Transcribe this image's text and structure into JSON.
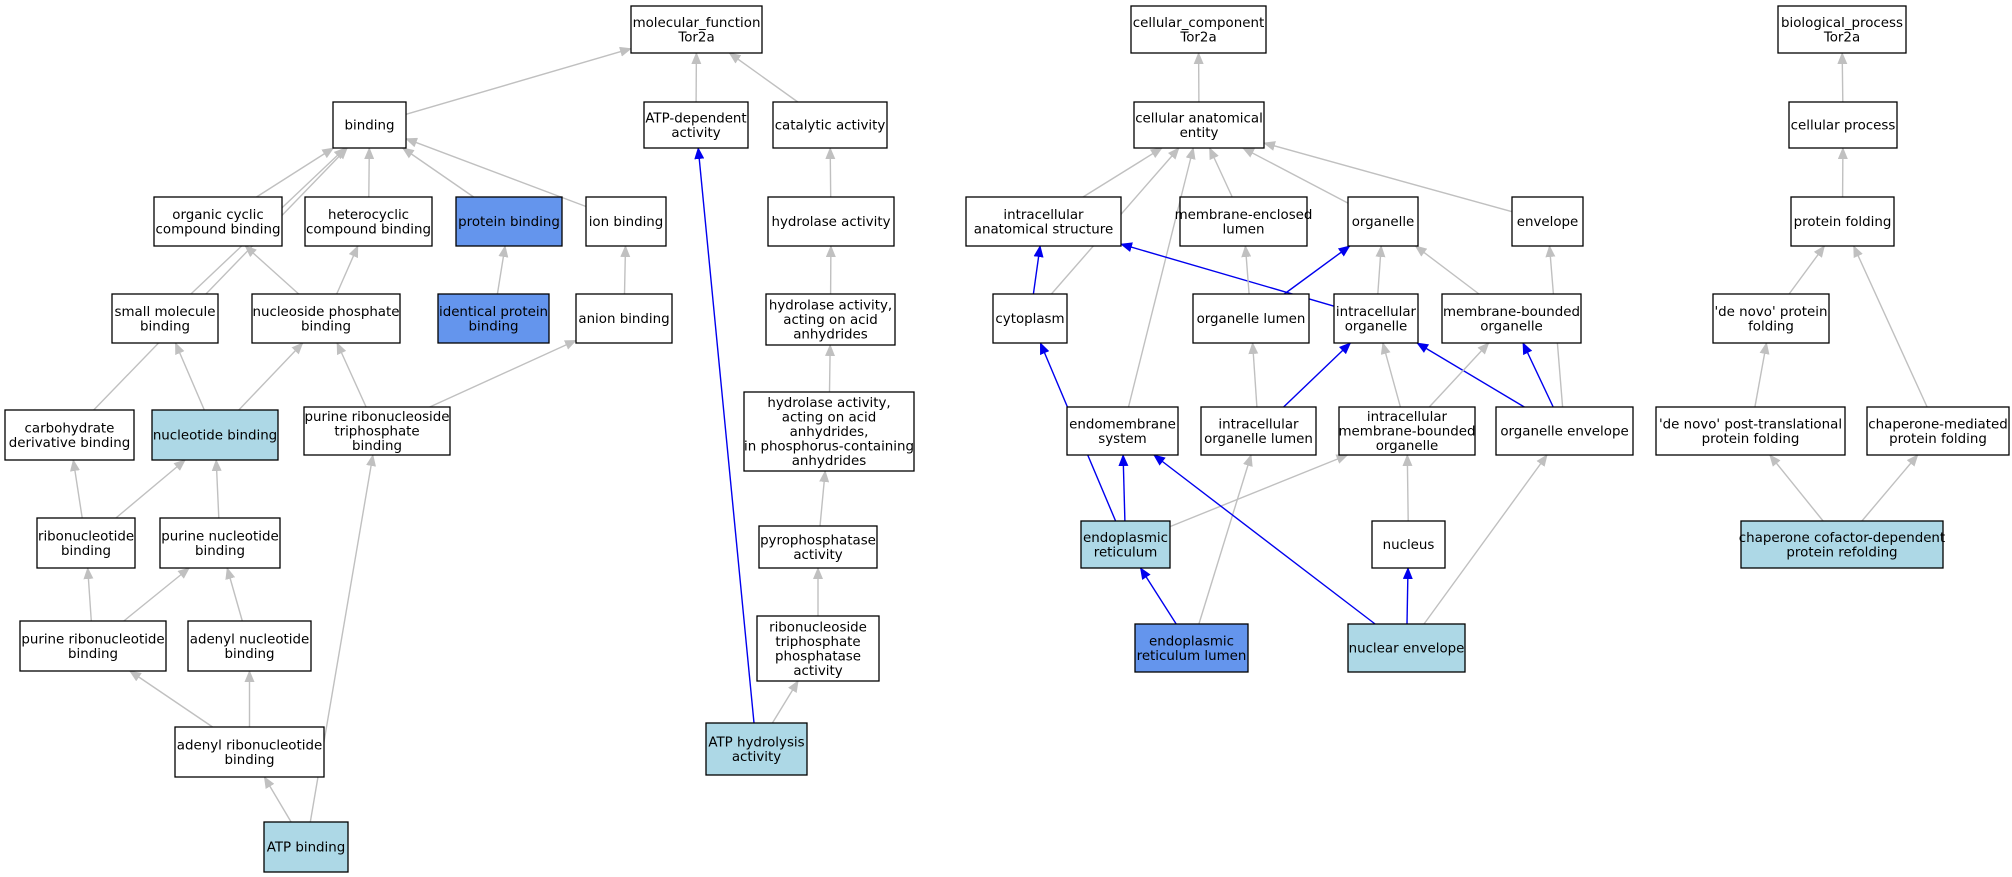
{
  "colors": {
    "plain": "#ffffff",
    "light_blue": "#add8e6",
    "cornflower": "#6495ed",
    "grey_edge": "#c0c0c0",
    "blue_edge": "#0000ee"
  },
  "nodes": [
    {
      "id": "mf_root",
      "lines": [
        "molecular_function",
        "Tor2a"
      ],
      "fill": "plain"
    },
    {
      "id": "binding",
      "lines": [
        "binding"
      ],
      "fill": "plain"
    },
    {
      "id": "atp_dep",
      "lines": [
        "ATP-dependent",
        "activity"
      ],
      "fill": "plain"
    },
    {
      "id": "catalytic",
      "lines": [
        "catalytic activity"
      ],
      "fill": "plain"
    },
    {
      "id": "org_cyclic",
      "lines": [
        "organic cyclic",
        "compound binding"
      ],
      "fill": "plain"
    },
    {
      "id": "heterocyclic",
      "lines": [
        "heterocyclic",
        "compound binding"
      ],
      "fill": "plain"
    },
    {
      "id": "protein_binding",
      "lines": [
        "protein binding"
      ],
      "fill": "cornflower"
    },
    {
      "id": "ion_binding",
      "lines": [
        "ion binding"
      ],
      "fill": "plain"
    },
    {
      "id": "hydrolase",
      "lines": [
        "hydrolase activity"
      ],
      "fill": "plain"
    },
    {
      "id": "small_mol",
      "lines": [
        "small molecule",
        "binding"
      ],
      "fill": "plain"
    },
    {
      "id": "nuc_phos",
      "lines": [
        "nucleoside phosphate",
        "binding"
      ],
      "fill": "plain"
    },
    {
      "id": "identical_protein",
      "lines": [
        "identical protein",
        "binding"
      ],
      "fill": "cornflower"
    },
    {
      "id": "anion",
      "lines": [
        "anion binding"
      ],
      "fill": "plain"
    },
    {
      "id": "hydrolase_acid",
      "lines": [
        "hydrolase activity,",
        "acting on acid",
        "anhydrides"
      ],
      "fill": "plain"
    },
    {
      "id": "carb_deriv",
      "lines": [
        "carbohydrate",
        "derivative binding"
      ],
      "fill": "plain"
    },
    {
      "id": "nucleotide_binding",
      "lines": [
        "nucleotide binding"
      ],
      "fill": "light_blue"
    },
    {
      "id": "purine_ribo_tri",
      "lines": [
        "purine ribonucleoside",
        "triphosphate",
        "binding"
      ],
      "fill": "plain"
    },
    {
      "id": "hydrolase_phos",
      "lines": [
        "hydrolase activity,",
        "acting on acid",
        "anhydrides,",
        "in phosphorus-containing",
        "anhydrides"
      ],
      "fill": "plain"
    },
    {
      "id": "ribonucleotide",
      "lines": [
        "ribonucleotide",
        "binding"
      ],
      "fill": "plain"
    },
    {
      "id": "purine_nuc",
      "lines": [
        "purine nucleotide",
        "binding"
      ],
      "fill": "plain"
    },
    {
      "id": "pyrophosphatase",
      "lines": [
        "pyrophosphatase",
        "activity"
      ],
      "fill": "plain"
    },
    {
      "id": "purine_ribonuc",
      "lines": [
        "purine ribonucleotide",
        "binding"
      ],
      "fill": "plain"
    },
    {
      "id": "adenyl_nuc",
      "lines": [
        "adenyl nucleotide",
        "binding"
      ],
      "fill": "plain"
    },
    {
      "id": "ribo_tri_phos",
      "lines": [
        "ribonucleoside",
        "triphosphate",
        "phosphatase",
        "activity"
      ],
      "fill": "plain"
    },
    {
      "id": "adenyl_ribonuc",
      "lines": [
        "adenyl ribonucleotide",
        "binding"
      ],
      "fill": "plain"
    },
    {
      "id": "atp_hydrolysis",
      "lines": [
        "ATP hydrolysis",
        "activity"
      ],
      "fill": "light_blue"
    },
    {
      "id": "atp_binding",
      "lines": [
        "ATP binding"
      ],
      "fill": "light_blue"
    },
    {
      "id": "cc_root",
      "lines": [
        "cellular_component",
        "Tor2a"
      ],
      "fill": "plain"
    },
    {
      "id": "cae",
      "lines": [
        "cellular anatomical",
        "entity"
      ],
      "fill": "plain"
    },
    {
      "id": "ias",
      "lines": [
        "intracellular",
        "anatomical structure"
      ],
      "fill": "plain"
    },
    {
      "id": "mel",
      "lines": [
        "membrane-enclosed",
        "lumen"
      ],
      "fill": "plain"
    },
    {
      "id": "organelle",
      "lines": [
        "organelle"
      ],
      "fill": "plain"
    },
    {
      "id": "envelope",
      "lines": [
        "envelope"
      ],
      "fill": "plain"
    },
    {
      "id": "cytoplasm",
      "lines": [
        "cytoplasm"
      ],
      "fill": "plain"
    },
    {
      "id": "org_lumen",
      "lines": [
        "organelle lumen"
      ],
      "fill": "plain"
    },
    {
      "id": "intra_org",
      "lines": [
        "intracellular",
        "organelle"
      ],
      "fill": "plain"
    },
    {
      "id": "mbo",
      "lines": [
        "membrane-bounded",
        "organelle"
      ],
      "fill": "plain"
    },
    {
      "id": "endomembrane",
      "lines": [
        "endomembrane",
        "system"
      ],
      "fill": "plain"
    },
    {
      "id": "intra_org_lumen",
      "lines": [
        "intracellular",
        "organelle lumen"
      ],
      "fill": "plain"
    },
    {
      "id": "imbo",
      "lines": [
        "intracellular",
        "membrane-bounded",
        "organelle"
      ],
      "fill": "plain"
    },
    {
      "id": "org_env",
      "lines": [
        "organelle envelope"
      ],
      "fill": "plain"
    },
    {
      "id": "er",
      "lines": [
        "endoplasmic",
        "reticulum"
      ],
      "fill": "light_blue"
    },
    {
      "id": "nucleus",
      "lines": [
        "nucleus"
      ],
      "fill": "plain"
    },
    {
      "id": "er_lumen",
      "lines": [
        "endoplasmic",
        "reticulum lumen"
      ],
      "fill": "cornflower"
    },
    {
      "id": "nuc_env",
      "lines": [
        "nuclear envelope"
      ],
      "fill": "light_blue"
    },
    {
      "id": "bp_root",
      "lines": [
        "biological_process",
        "Tor2a"
      ],
      "fill": "plain"
    },
    {
      "id": "cell_proc",
      "lines": [
        "cellular process"
      ],
      "fill": "plain"
    },
    {
      "id": "prot_fold",
      "lines": [
        "protein folding"
      ],
      "fill": "plain"
    },
    {
      "id": "denovo_fold",
      "lines": [
        "'de novo' protein",
        "folding"
      ],
      "fill": "plain"
    },
    {
      "id": "denovo_post",
      "lines": [
        "'de novo' post-translational",
        "protein folding"
      ],
      "fill": "plain"
    },
    {
      "id": "chap_med",
      "lines": [
        "chaperone-mediated",
        "protein folding"
      ],
      "fill": "plain"
    },
    {
      "id": "chap_cof",
      "lines": [
        "chaperone cofactor-dependent",
        "protein refolding"
      ],
      "fill": "light_blue"
    }
  ],
  "edges": [
    {
      "from": "binding",
      "to": "mf_root",
      "color": "grey"
    },
    {
      "from": "atp_dep",
      "to": "mf_root",
      "color": "grey"
    },
    {
      "from": "catalytic",
      "to": "mf_root",
      "color": "grey"
    },
    {
      "from": "org_cyclic",
      "to": "binding",
      "color": "grey"
    },
    {
      "from": "heterocyclic",
      "to": "binding",
      "color": "grey"
    },
    {
      "from": "protein_binding",
      "to": "binding",
      "color": "grey"
    },
    {
      "from": "ion_binding",
      "to": "binding",
      "color": "grey"
    },
    {
      "from": "small_mol",
      "to": "binding",
      "color": "grey"
    },
    {
      "from": "carb_deriv",
      "to": "binding",
      "color": "grey"
    },
    {
      "from": "hydrolase",
      "to": "catalytic",
      "color": "grey"
    },
    {
      "from": "nuc_phos",
      "to": "org_cyclic",
      "color": "grey"
    },
    {
      "from": "nuc_phos",
      "to": "heterocyclic",
      "color": "grey"
    },
    {
      "from": "identical_protein",
      "to": "protein_binding",
      "color": "grey"
    },
    {
      "from": "anion",
      "to": "ion_binding",
      "color": "grey"
    },
    {
      "from": "hydrolase_acid",
      "to": "hydrolase",
      "color": "grey"
    },
    {
      "from": "nucleotide_binding",
      "to": "small_mol",
      "color": "grey"
    },
    {
      "from": "nucleotide_binding",
      "to": "nuc_phos",
      "color": "grey"
    },
    {
      "from": "purine_ribo_tri",
      "to": "nuc_phos",
      "color": "grey"
    },
    {
      "from": "purine_ribo_tri",
      "to": "anion",
      "color": "grey"
    },
    {
      "from": "hydrolase_phos",
      "to": "hydrolase_acid",
      "color": "grey"
    },
    {
      "from": "ribonucleotide",
      "to": "carb_deriv",
      "color": "grey"
    },
    {
      "from": "ribonucleotide",
      "to": "nucleotide_binding",
      "color": "grey"
    },
    {
      "from": "purine_nuc",
      "to": "nucleotide_binding",
      "color": "grey"
    },
    {
      "from": "pyrophosphatase",
      "to": "hydrolase_phos",
      "color": "grey"
    },
    {
      "from": "purine_ribonuc",
      "to": "ribonucleotide",
      "color": "grey"
    },
    {
      "from": "purine_ribonuc",
      "to": "purine_nuc",
      "color": "grey"
    },
    {
      "from": "adenyl_nuc",
      "to": "purine_nuc",
      "color": "grey"
    },
    {
      "from": "ribo_tri_phos",
      "to": "pyrophosphatase",
      "color": "grey"
    },
    {
      "from": "adenyl_ribonuc",
      "to": "purine_ribonuc",
      "color": "grey"
    },
    {
      "from": "adenyl_ribonuc",
      "to": "adenyl_nuc",
      "color": "grey"
    },
    {
      "from": "atp_hydrolysis",
      "to": "ribo_tri_phos",
      "color": "grey"
    },
    {
      "from": "atp_hydrolysis",
      "to": "atp_dep",
      "color": "blue"
    },
    {
      "from": "atp_binding",
      "to": "adenyl_ribonuc",
      "color": "grey"
    },
    {
      "from": "atp_binding",
      "to": "purine_ribo_tri",
      "color": "grey"
    },
    {
      "from": "cae",
      "to": "cc_root",
      "color": "grey"
    },
    {
      "from": "ias",
      "to": "cae",
      "color": "grey"
    },
    {
      "from": "mel",
      "to": "cae",
      "color": "grey"
    },
    {
      "from": "organelle",
      "to": "cae",
      "color": "grey"
    },
    {
      "from": "envelope",
      "to": "cae",
      "color": "grey"
    },
    {
      "from": "cytoplasm",
      "to": "cae",
      "color": "grey"
    },
    {
      "from": "endomembrane",
      "to": "cae",
      "color": "grey"
    },
    {
      "from": "cytoplasm",
      "to": "ias",
      "color": "blue"
    },
    {
      "from": "intra_org",
      "to": "ias",
      "color": "blue"
    },
    {
      "from": "org_lumen",
      "to": "mel",
      "color": "grey"
    },
    {
      "from": "org_lumen",
      "to": "organelle",
      "color": "blue"
    },
    {
      "from": "intra_org",
      "to": "organelle",
      "color": "grey"
    },
    {
      "from": "mbo",
      "to": "organelle",
      "color": "grey"
    },
    {
      "from": "org_env",
      "to": "envelope",
      "color": "grey"
    },
    {
      "from": "intra_org_lumen",
      "to": "org_lumen",
      "color": "grey"
    },
    {
      "from": "intra_org_lumen",
      "to": "intra_org",
      "color": "blue"
    },
    {
      "from": "imbo",
      "to": "intra_org",
      "color": "grey"
    },
    {
      "from": "org_env",
      "to": "intra_org",
      "color": "blue"
    },
    {
      "from": "imbo",
      "to": "mbo",
      "color": "grey"
    },
    {
      "from": "org_env",
      "to": "mbo",
      "color": "blue"
    },
    {
      "from": "er",
      "to": "cytoplasm",
      "color": "blue"
    },
    {
      "from": "er",
      "to": "endomembrane",
      "color": "blue"
    },
    {
      "from": "er",
      "to": "imbo",
      "color": "grey"
    },
    {
      "from": "nucleus",
      "to": "imbo",
      "color": "grey"
    },
    {
      "from": "er_lumen",
      "to": "er",
      "color": "blue"
    },
    {
      "from": "er_lumen",
      "to": "intra_org_lumen",
      "color": "grey"
    },
    {
      "from": "nuc_env",
      "to": "nucleus",
      "color": "blue"
    },
    {
      "from": "nuc_env",
      "to": "endomembrane",
      "color": "blue"
    },
    {
      "from": "nuc_env",
      "to": "org_env",
      "color": "grey"
    },
    {
      "from": "cell_proc",
      "to": "bp_root",
      "color": "grey"
    },
    {
      "from": "prot_fold",
      "to": "cell_proc",
      "color": "grey"
    },
    {
      "from": "denovo_fold",
      "to": "prot_fold",
      "color": "grey"
    },
    {
      "from": "chap_med",
      "to": "prot_fold",
      "color": "grey"
    },
    {
      "from": "denovo_post",
      "to": "denovo_fold",
      "color": "grey"
    },
    {
      "from": "chap_cof",
      "to": "denovo_post",
      "color": "grey"
    },
    {
      "from": "chap_cof",
      "to": "chap_med",
      "color": "grey"
    }
  ]
}
